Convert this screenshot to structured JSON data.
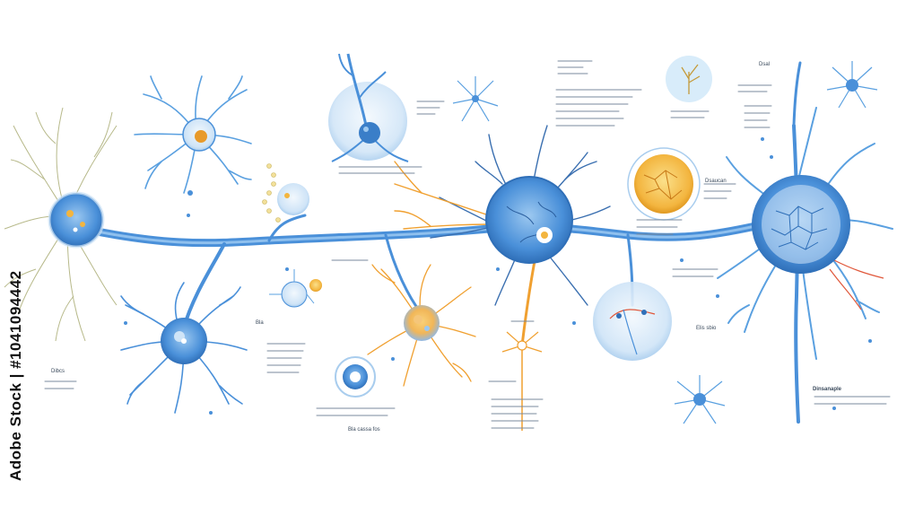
{
  "palette": {
    "neuron_blue": "#4a90d9",
    "neuron_light": "#cfe4f7",
    "dendrite_blue": "#5aa0e0",
    "dendrite_orange": "#f0a030",
    "dendrite_olive": "#b7b98a",
    "nucleus_orange": "#f3b53f",
    "text_gray": "#3a4a5c",
    "background": "#ffffff"
  },
  "watermark": {
    "text": "Adobe Stock | #1041094442"
  },
  "labels": {
    "top_right_title": "Dsal",
    "right_cell_caption": "Dsaucan",
    "right_bottom_label": "Dinsanaple",
    "left_caption": "Dibcs",
    "small_label_a": "Bla",
    "small_label_b": "Elis sbio",
    "center_bottom_label": "Bla cassa fos"
  }
}
